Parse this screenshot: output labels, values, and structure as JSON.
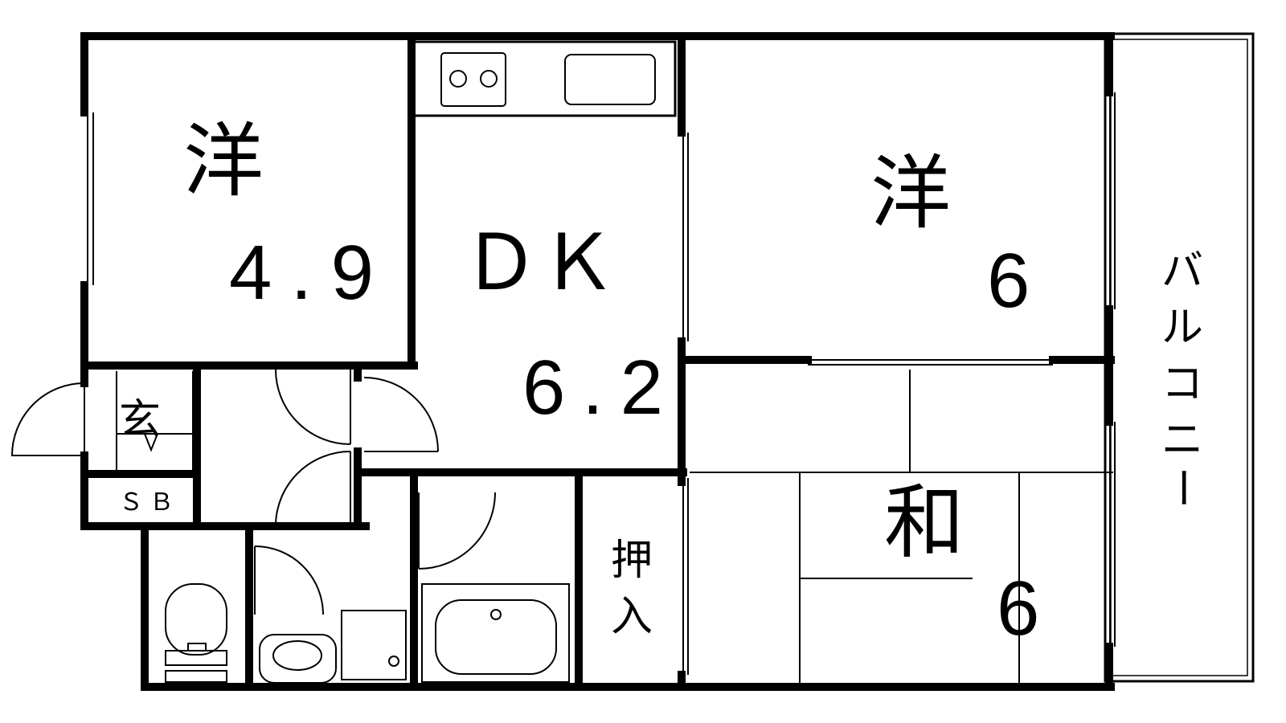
{
  "rooms": {
    "western_small": {
      "kanji": "洋",
      "size": "4.9"
    },
    "dining_kitchen": {
      "name": "ＤＫ",
      "size": "6.2"
    },
    "western_large": {
      "kanji": "洋",
      "size": "6"
    },
    "japanese": {
      "kanji": "和",
      "size": "6"
    },
    "entrance": {
      "kanji": "玄"
    },
    "shoe_box": {
      "label": "ＳＢ"
    },
    "closet": {
      "line1": "押",
      "line2": "入"
    },
    "balcony": {
      "chars": [
        "バ",
        "ル",
        "コ",
        "ニ",
        "ー"
      ]
    }
  },
  "colors": {
    "wall": "#000000",
    "background": "#ffffff"
  }
}
